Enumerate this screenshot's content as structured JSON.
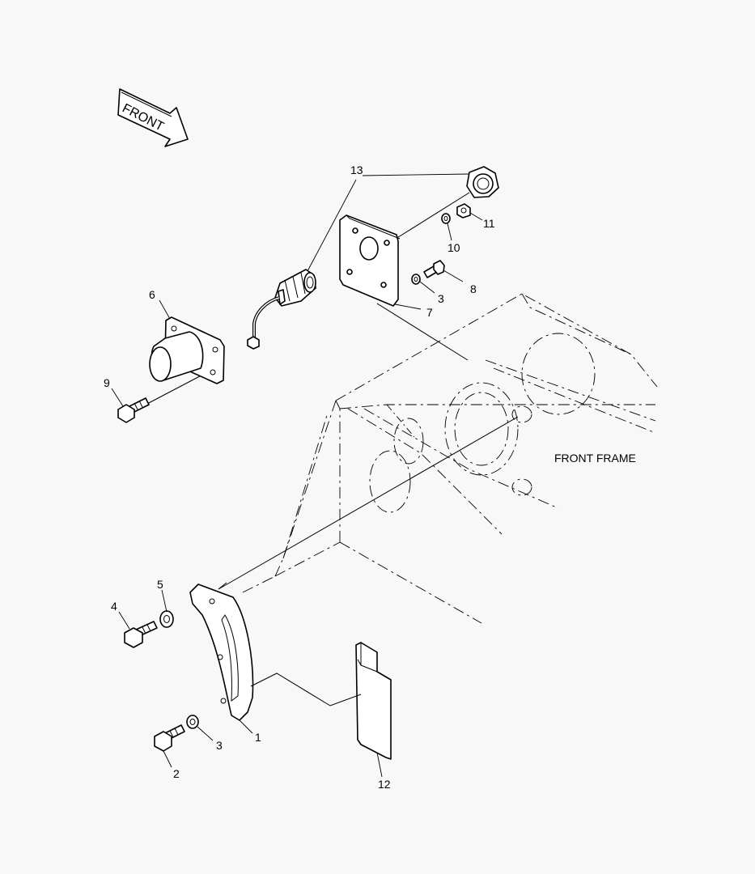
{
  "front_arrow": {
    "label": "FRONT"
  },
  "frame_label": "FRONT FRAME",
  "callouts": {
    "c1": "1",
    "c2": "2",
    "c3a": "3",
    "c3b": "3",
    "c4": "4",
    "c5": "5",
    "c6": "6",
    "c7": "7",
    "c8": "8",
    "c9": "9",
    "c10": "10",
    "c11": "11",
    "c12": "12",
    "c13": "13"
  }
}
